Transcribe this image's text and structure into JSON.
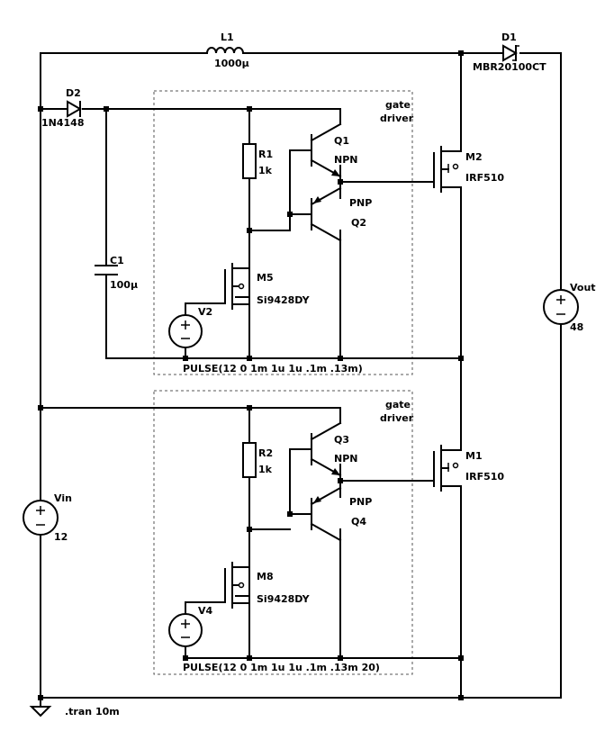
{
  "components": {
    "l1": {
      "ref": "L1",
      "value": "1000µ"
    },
    "d1": {
      "ref": "D1",
      "value": "MBR20100CT"
    },
    "d2": {
      "ref": "D2",
      "value": "1N4148"
    },
    "c1": {
      "ref": "C1",
      "value": "100µ"
    },
    "r1": {
      "ref": "R1",
      "value": "1k"
    },
    "r2": {
      "ref": "R2",
      "value": "1k"
    },
    "q1": {
      "ref": "Q1",
      "type": "NPN"
    },
    "q2": {
      "ref": "Q2",
      "type": "PNP"
    },
    "q3": {
      "ref": "Q3",
      "type": "NPN"
    },
    "q4": {
      "ref": "Q4",
      "type": "PNP"
    },
    "m2": {
      "ref": "M2",
      "value": "IRF510"
    },
    "m1": {
      "ref": "M1",
      "value": "IRF510"
    },
    "m5": {
      "ref": "M5",
      "value": "Si9428DY"
    },
    "m8": {
      "ref": "M8",
      "value": "Si9428DY"
    },
    "v2": {
      "ref": "V2",
      "value": "PULSE(12 0 1m 1u 1u .1m .13m)"
    },
    "v4": {
      "ref": "V4",
      "value": "PULSE(12 0 1m 1u 1u .1m .13m 20)"
    },
    "vin": {
      "ref": "Vin",
      "value": "12"
    },
    "vout": {
      "ref": "Vout",
      "value": "48"
    }
  },
  "boxes": {
    "top_label_1": "gate",
    "top_label_2": "driver",
    "bottom_label_1": "gate",
    "bottom_label_2": "driver"
  },
  "directive": ".tran 10m"
}
